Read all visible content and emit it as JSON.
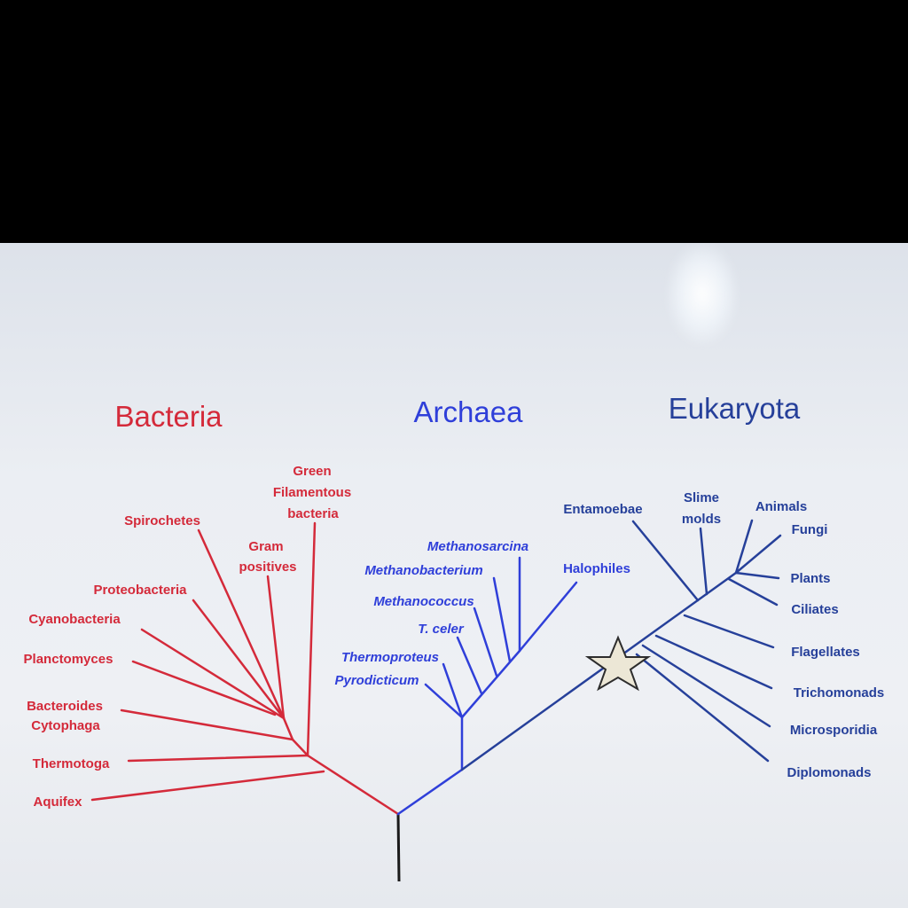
{
  "domains": {
    "bacteria": {
      "title": "Bacteria",
      "color": "#d42a3a",
      "groups": {
        "green_filamentous": [
          "Green",
          "Filamentous",
          "bacteria"
        ],
        "spirochetes": "Spirochetes",
        "gram_positives": [
          "Gram",
          "positives"
        ],
        "proteobacteria": "Proteobacteria",
        "cyanobacteria": "Cyanobacteria",
        "planctomyces": "Planctomyces",
        "bacteroides": [
          "Bacteroides",
          "Cytophaga"
        ],
        "thermotoga": "Thermotoga",
        "aquifex": "Aquifex"
      }
    },
    "archaea": {
      "title": "Archaea",
      "color": "#2f3fd9",
      "groups": {
        "methanosarcina": "Methanosarcina",
        "methanobacterium": "Methanobacterium",
        "halophiles": "Halophiles",
        "methanococcus": "Methanococcus",
        "t_celer": "T. celer",
        "thermoproteus": "Thermoproteus",
        "pyrodicticum": "Pyrodicticum"
      }
    },
    "eukaryota": {
      "title": "Eukaryota",
      "color": "#26409a",
      "groups": {
        "entamoebae": "Entamoebae",
        "slime_molds": [
          "Slime",
          "molds"
        ],
        "animals": "Animals",
        "fungi": "Fungi",
        "plants": "Plants",
        "ciliates": "Ciliates",
        "flagellates": "Flagellates",
        "trichomonads": "Trichomonads",
        "microsporidia": "Microsporidia",
        "diplomonads": "Diplomonads"
      }
    }
  },
  "marker": {
    "icon": "star-icon",
    "fill": "#ece7d6"
  },
  "colors": {
    "root": "#1a1a1a",
    "screen_bg": "#eceff3",
    "frame": "#000000"
  }
}
